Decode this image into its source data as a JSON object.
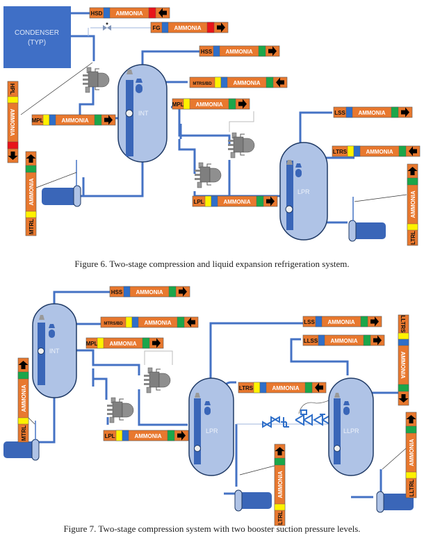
{
  "figure6": {
    "caption": "Figure 6. Two-stage compression and liquid expansion refrigeration system.",
    "condenser_label": [
      "CONDENSER",
      "(TYP)"
    ],
    "vessels": [
      {
        "id": "int6",
        "label": "INT"
      },
      {
        "id": "lpr6",
        "label": "LPR"
      }
    ],
    "pipe_labels": [
      {
        "id": "hsd",
        "abbr": "HSD",
        "fluid": "AMMONIA",
        "bands": [
          "blue"
        ],
        "end_band": "red",
        "direction": "left"
      },
      {
        "id": "fg",
        "abbr": "FG",
        "fluid": "AMMONIA",
        "bands": [
          "blue"
        ],
        "end_band": "red",
        "direction": "right"
      },
      {
        "id": "hss",
        "abbr": "HSS",
        "fluid": "AMMONIA",
        "bands": [
          "blue"
        ],
        "end_band": "green",
        "direction": "right"
      },
      {
        "id": "mtrsbd",
        "abbr": "MTRS/BD",
        "fluid": "AMMONIA",
        "bands": [
          "yellow",
          "blue"
        ],
        "end_band": "green",
        "direction": "left"
      },
      {
        "id": "mpl_right",
        "abbr": "MPL",
        "fluid": "AMMONIA",
        "bands": [
          "yellow"
        ],
        "end_band": "green",
        "direction": "right"
      },
      {
        "id": "mpl_left",
        "abbr": "MPL",
        "fluid": "AMMONIA",
        "bands": [
          "yellow",
          "blue"
        ],
        "end_band": "green",
        "direction": "right"
      },
      {
        "id": "hpl",
        "abbr": "HPL",
        "fluid": "AMMONIA",
        "bands": [
          "yellow"
        ],
        "end_band": "red",
        "direction": "down"
      },
      {
        "id": "mtrl",
        "abbr": "MTRL",
        "fluid": "AMMONIA",
        "bands": [
          "yellow"
        ],
        "end_band": "green",
        "direction": "up"
      },
      {
        "id": "lss",
        "abbr": "LSS",
        "fluid": "AMMONIA",
        "bands": [
          "blue"
        ],
        "end_band": "green",
        "direction": "right"
      },
      {
        "id": "ltrs",
        "abbr": "LTRS",
        "fluid": "AMMONIA",
        "bands": [
          "yellow",
          "blue"
        ],
        "end_band": "green",
        "direction": "left"
      },
      {
        "id": "lpl",
        "abbr": "LPL",
        "fluid": "AMMONIA",
        "bands": [
          "yellow",
          "blue"
        ],
        "end_band": "green",
        "direction": "right"
      },
      {
        "id": "ltrl",
        "abbr": "LTRL",
        "fluid": "AMMONIA",
        "bands": [
          "yellow"
        ],
        "end_band": "green",
        "direction": "up"
      }
    ]
  },
  "figure7": {
    "caption": "Figure 7. Two-stage compression system with two booster suction pressure levels.",
    "vessels": [
      {
        "id": "int7",
        "label": "INT"
      },
      {
        "id": "lpr7",
        "label": "LPR"
      },
      {
        "id": "llpr7",
        "label": "LLPR"
      }
    ],
    "pipe_labels": [
      {
        "id": "hss",
        "abbr": "HSS",
        "fluid": "AMMONIA",
        "bands": [
          "blue"
        ],
        "end_band": "green",
        "direction": "right"
      },
      {
        "id": "mtrsbd",
        "abbr": "MTRS/BD",
        "fluid": "AMMONIA",
        "bands": [
          "yellow",
          "blue"
        ],
        "end_band": "green",
        "direction": "left"
      },
      {
        "id": "mpl",
        "abbr": "MPL",
        "fluid": "AMMONIA",
        "bands": [
          "yellow"
        ],
        "end_band": "green",
        "direction": "right"
      },
      {
        "id": "mtrl",
        "abbr": "MTRL",
        "fluid": "AMMONIA",
        "bands": [
          "yellow"
        ],
        "end_band": "green",
        "direction": "up"
      },
      {
        "id": "lpl",
        "abbr": "LPL",
        "fluid": "AMMONIA",
        "bands": [
          "yellow",
          "blue"
        ],
        "end_band": "green",
        "direction": "right"
      },
      {
        "id": "lss",
        "abbr": "LSS",
        "fluid": "AMMONIA",
        "bands": [
          "blue"
        ],
        "end_band": "green",
        "direction": "right"
      },
      {
        "id": "llss",
        "abbr": "LLSS",
        "fluid": "AMMONIA",
        "bands": [
          "blue"
        ],
        "end_band": "green",
        "direction": "right"
      },
      {
        "id": "ltrs",
        "abbr": "LTRS",
        "fluid": "AMMONIA",
        "bands": [
          "yellow",
          "blue"
        ],
        "end_band": "green",
        "direction": "left"
      },
      {
        "id": "lltrs",
        "abbr": "LLTRS",
        "fluid": "AMMONIA",
        "bands": [
          "yellow",
          "blue"
        ],
        "end_band": "green",
        "direction": "down"
      },
      {
        "id": "ltrl",
        "abbr": "LTRL",
        "fluid": "AMMONIA",
        "bands": [
          "yellow"
        ],
        "end_band": "green",
        "direction": "up"
      },
      {
        "id": "lltrl",
        "abbr": "LLTRL",
        "fluid": "AMMONIA",
        "bands": [
          "yellow"
        ],
        "end_band": "green",
        "direction": "up"
      }
    ]
  },
  "colors": {
    "label_orange": "#E8782E",
    "band_blue": "#2F6FC9",
    "band_yellow": "#FFF200",
    "band_green": "#1BA64A",
    "band_red": "#E8141B",
    "pipe_blue": "#4472C4",
    "vessel_fill": "#AFC3E6",
    "vessel_stroke": "#1F3A66",
    "condenser": "#3F6FC6",
    "compressor_gray": "#8C8C8C"
  }
}
